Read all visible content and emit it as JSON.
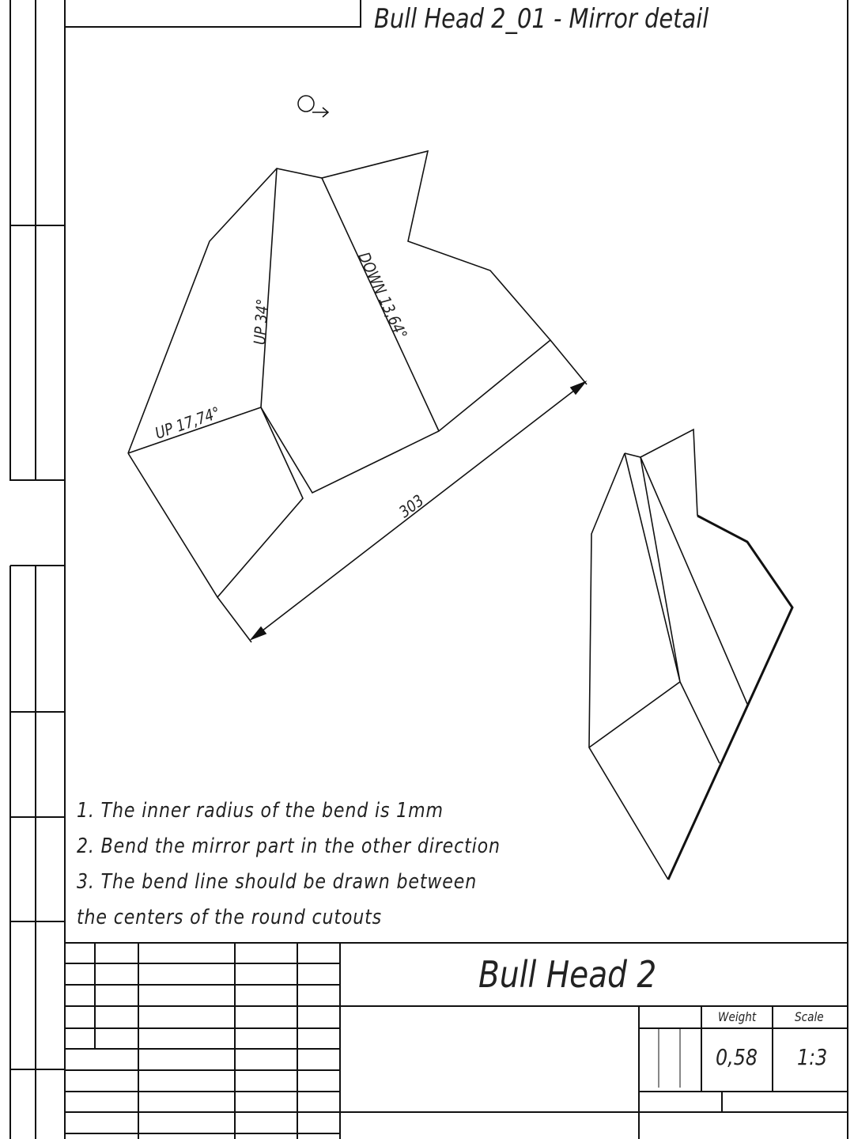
{
  "header": {
    "subtitle": "Bull Head 2_01 - Mirror detail"
  },
  "annotations": {
    "bend1": "UP 34°",
    "bend2": "DOWN 13,64°",
    "bend3": "UP 17,74°",
    "dimension": "303"
  },
  "notes": [
    "1.  The inner radius of the bend is 1mm",
    "2.  Bend the mirror part in the other direction",
    "3.  The bend line should be drawn between",
    "the centers of the round cutouts"
  ],
  "title_block": {
    "title": "Bull Head 2",
    "weight_label": "Weight",
    "scale_label": "Scale",
    "weight": "0,58",
    "scale": "1:3"
  }
}
